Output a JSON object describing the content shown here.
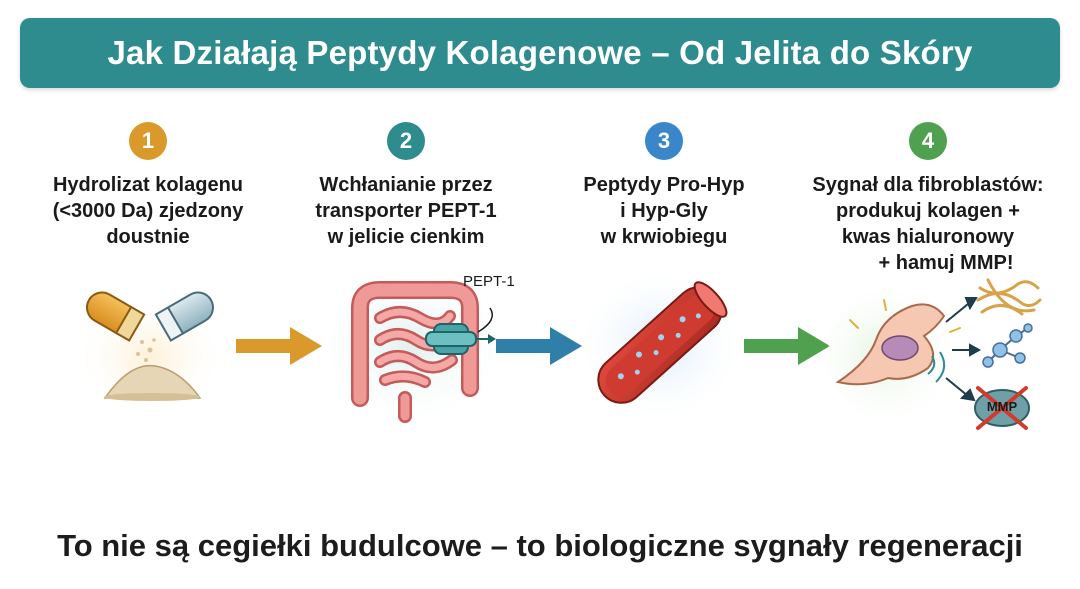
{
  "header": {
    "title": "Jak Działają Peptydy Kolagenowe – Od Jelita do Skóry"
  },
  "steps": [
    {
      "number": "1",
      "color": "#d99a2b",
      "lines": [
        "Hydrolizat kolagenu",
        "(<3000 Da) zjedzony",
        "doustnie"
      ],
      "icon": "capsule-powder-icon"
    },
    {
      "number": "2",
      "color": "#2e8c8f",
      "lines": [
        "Wchłanianie przez",
        "transporter PEPT-1",
        "w jelicie cienkim"
      ],
      "icon": "intestine-icon",
      "callout": "PEPT-1"
    },
    {
      "number": "3",
      "color": "#3a86c8",
      "lines": [
        "Peptydy Pro-Hyp",
        "i Hyp-Gly",
        "w krwiobiegu"
      ],
      "icon": "blood-vessel-icon"
    },
    {
      "number": "4",
      "color": "#4fa04f",
      "lines": [
        "Sygnał dla fibroblastów:",
        "produkuj kolagen +",
        "kwas hialuronowy",
        "+ hamuj MMP!"
      ],
      "icon": "fibroblast-icon",
      "mmp_label": "MMP"
    }
  ],
  "arrows": [
    {
      "color": "#d99a2b"
    },
    {
      "color": "#2e8c8f"
    },
    {
      "color": "#4fa04f"
    }
  ],
  "footer": {
    "tagline": "To nie są cegiełki budulcowe – to biologiczne sygnały regeneracji"
  }
}
